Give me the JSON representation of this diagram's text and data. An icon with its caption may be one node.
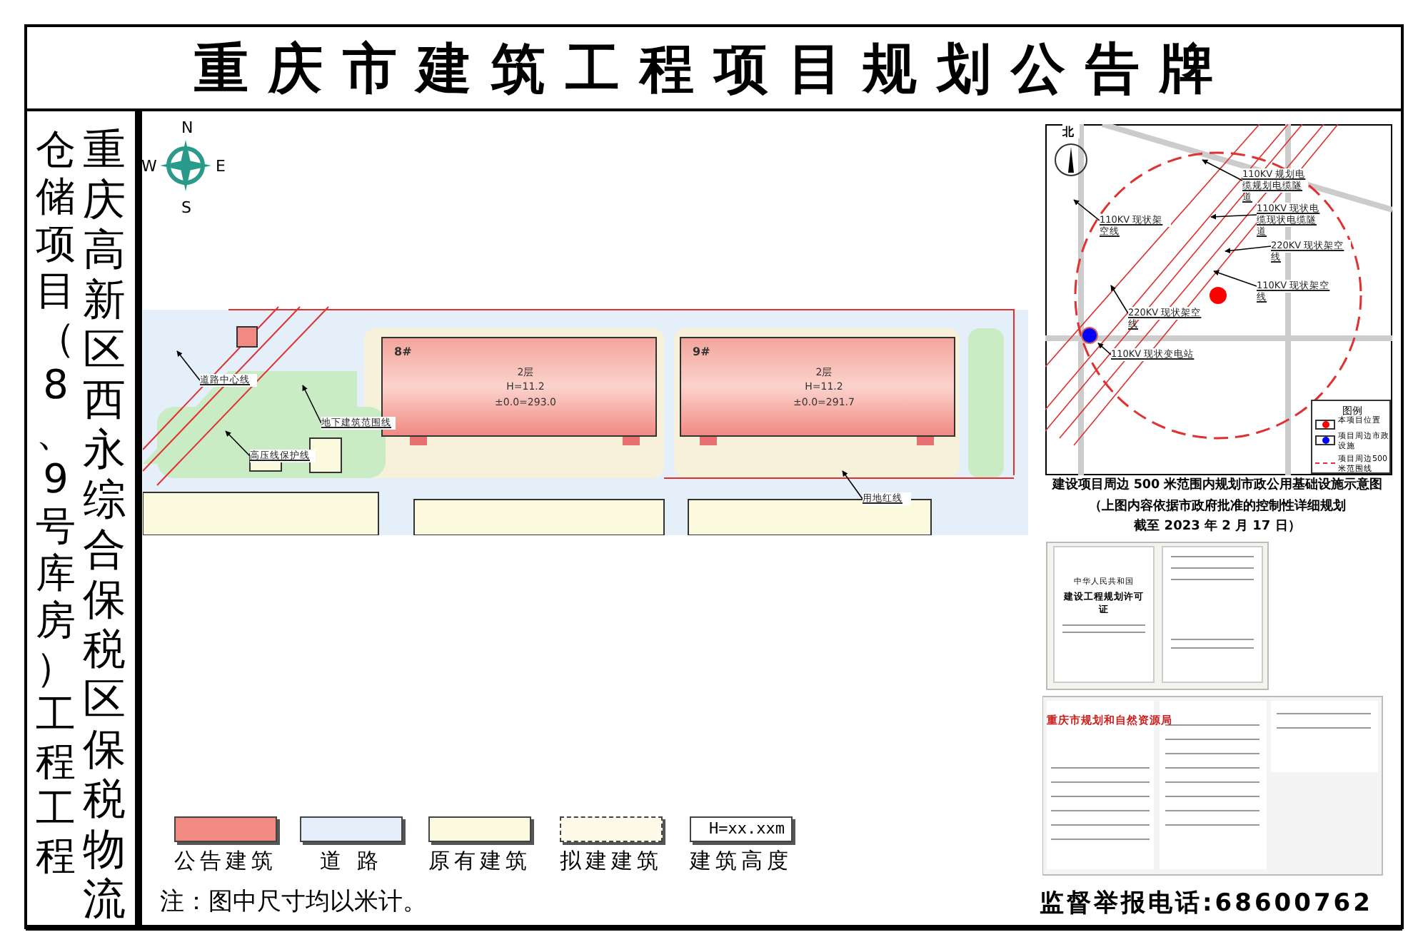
{
  "diagram": {
    "title": "重庆市建筑工程项目规划公告牌",
    "nodes": [
      {
        "text": [
          "8#",
          "2层",
          "H=11.2",
          "±0.0=293.0"
        ]
      },
      {
        "text": [
          "9#",
          "2层",
          "H=11.2",
          "±0.0=291.7"
        ]
      },
      {
        "text": [
          "道路中心线"
        ]
      },
      {
        "text": [
          "地下建筑范围线"
        ]
      },
      {
        "text": [
          "高压线保护线"
        ]
      },
      {
        "text": [
          "用地红线"
        ]
      },
      {
        "text": [
          "110KV 规划电缆规划电缆隧道"
        ]
      },
      {
        "text": [
          "110KV 现状电缆现状电缆隧道"
        ]
      },
      {
        "text": [
          "220KV 现状架空线"
        ]
      },
      {
        "text": [
          "110KV 现状架空线"
        ]
      },
      {
        "text": [
          "110KV 现状架空线"
        ]
      },
      {
        "text": [
          "220KV 现状架空线"
        ]
      },
      {
        "text": [
          "110KV 现状变电站"
        ]
      },
      {
        "text": [],
        "shape": "circle"
      }
    ],
    "edges": [
      {
        "from": 2,
        "to": null,
        "arrow": "to"
      },
      {
        "from": 3,
        "to": null,
        "arrow": "to"
      },
      {
        "from": 4,
        "to": null,
        "arrow": "to"
      },
      {
        "from": 5,
        "to": null,
        "arrow": "to"
      },
      {
        "from": 6,
        "to": null,
        "arrow": "to"
      },
      {
        "from": 7,
        "to": null,
        "arrow": "to"
      },
      {
        "from": 8,
        "to": null,
        "arrow": "to"
      },
      {
        "from": 9,
        "to": null,
        "arrow": "to"
      },
      {
        "from": 10,
        "to": null,
        "arrow": "to"
      },
      {
        "from": 11,
        "to": null,
        "arrow": "to"
      },
      {
        "from": 12,
        "to": 13,
        "arrow": "to"
      }
    ],
    "labels": [
      "重庆高新区西永综合保税区保税物流",
      "仓储项目（8、9号库房）工程工程",
      "N",
      "S",
      "W",
      "E",
      "北",
      "图例",
      "建设项目周边 500 米范围内规划市政公用基础设施示意图",
      "（上图内容依据市政府批准的控制性详细规划",
      "截至 2023 年 2 月 17 日）",
      "中华人民共和国",
      "建设工程规划许可证",
      "重庆市规划和自然资源局",
      "H=xx.xxm",
      "注：图中尺寸均以米计。",
      "监督举报电话:68600762"
    ],
    "legend": [
      {
        "text": "公告建筑",
        "color": "#f08a82"
      },
      {
        "text": "道 路",
        "color": "#e4effa"
      },
      {
        "text": "原有建筑",
        "color": "#fcfade"
      },
      {
        "text": "拟建建筑"
      },
      {
        "text": "建筑高度"
      },
      {
        "text": "本项目位置",
        "color": "#ff0000"
      },
      {
        "text": "项目周边市政设施",
        "color": "#0000ff"
      },
      {
        "text": "项目周边500米范围线"
      }
    ]
  }
}
